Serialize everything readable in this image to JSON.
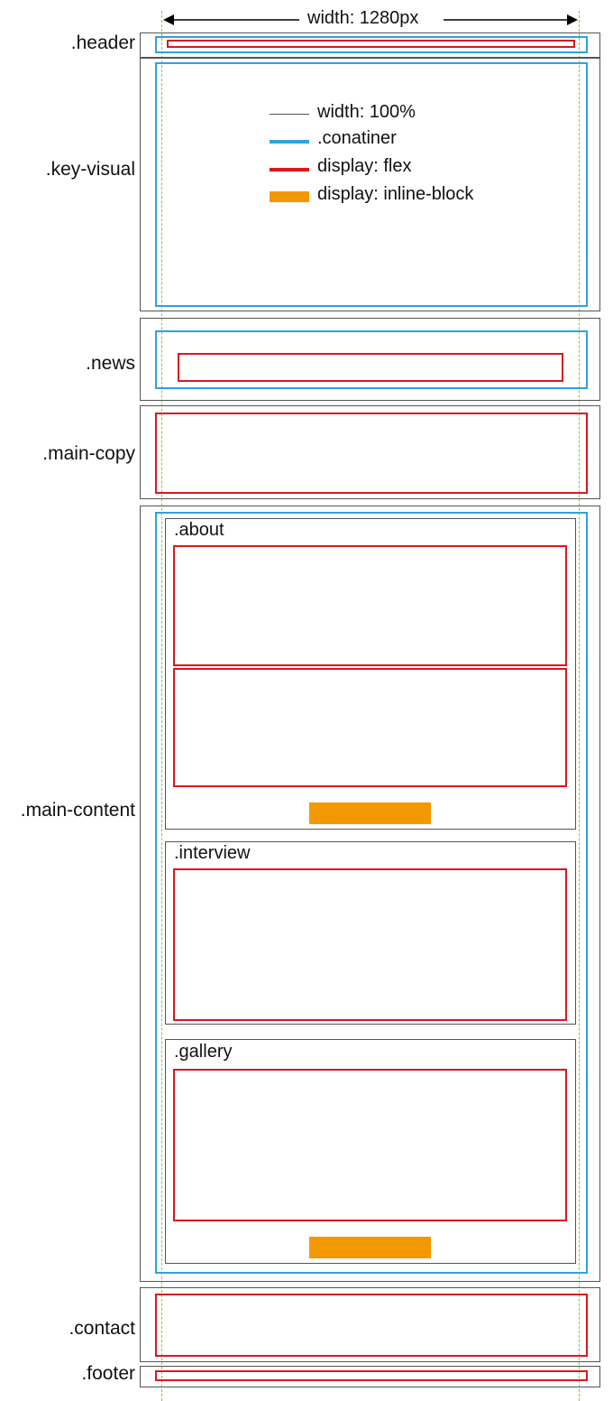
{
  "width_annotation": "width: 1280px",
  "legend": {
    "gray_label": "width: 100%",
    "blue_label": ".conatiner",
    "red_label": "display: flex",
    "orange_label": "display: inline-block"
  },
  "sections": {
    "header": ".header",
    "key_visual": ".key-visual",
    "news": ".news",
    "main_copy": ".main-copy",
    "main_content": ".main-content",
    "contact": ".contact",
    "footer": ".footer"
  },
  "blocks": {
    "about": ".about",
    "interview": ".interview",
    "gallery": ".gallery"
  },
  "colors": {
    "container": "#2ba4dd",
    "flex": "#d7191f",
    "inline_block": "#f39800",
    "full_width": "#555555",
    "guide": "#8cc63f"
  }
}
